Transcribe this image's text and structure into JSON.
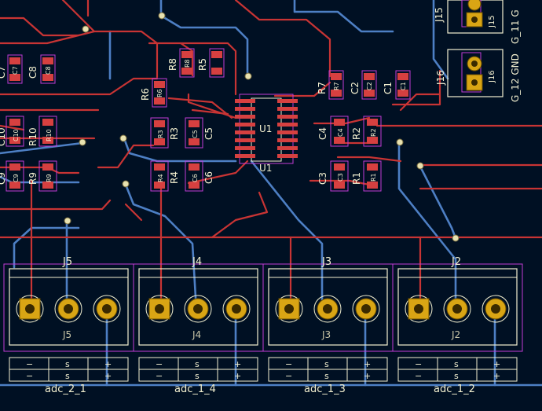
{
  "colors": {
    "background": "#001023",
    "copper_front": "#c83434",
    "copper_back": "#4d7fc4",
    "pad": "#d9a514",
    "pad_border": "#6a4e00",
    "silkscreen": "#f3f0d0",
    "courtyard": "#c23bd6",
    "smd_pad": "#d64040",
    "via": "#e8e2b0"
  },
  "ic": {
    "ref": "U1",
    "ref_top": "U1",
    "ref_bottom": "U1"
  },
  "resistors": {
    "R1": {
      "ref": "R1",
      "fab": "R1"
    },
    "R2": {
      "ref": "R2",
      "fab": "R2"
    },
    "R3": {
      "ref": "R3",
      "fab": "R3"
    },
    "R4": {
      "ref": "R4",
      "fab": "R4"
    },
    "R5": {
      "ref": "R5"
    },
    "R6": {
      "ref": "R6",
      "fab": "R6"
    },
    "R7": {
      "ref": "R7",
      "fab": "R7"
    },
    "R8": {
      "ref": "R8",
      "fab": "R8"
    },
    "R9": {
      "ref": "R9",
      "fab": "R9"
    },
    "R10": {
      "ref": "R10",
      "fab": "R10"
    }
  },
  "capacitors": {
    "C1": {
      "ref": "C1",
      "fab": "C1"
    },
    "C2": {
      "ref": "C2",
      "fab": "C2"
    },
    "C3": {
      "ref": "C3",
      "fab": "C3"
    },
    "C4": {
      "ref": "C4",
      "fab": "C4"
    },
    "C5": {
      "ref": "C5",
      "fab": "C5"
    },
    "C6": {
      "ref": "C6",
      "fab": "C6"
    },
    "C7": {
      "ref": "C7",
      "fab": "C7"
    },
    "C8": {
      "ref": "C8",
      "fab": "C8"
    },
    "C9": {
      "ref": "C9",
      "fab": "C9"
    },
    "C10": {
      "ref": "C10",
      "fab": "C10"
    }
  },
  "header_connectors": {
    "J15": {
      "ref": "J15",
      "fab": "J15",
      "net_label": "G_11 G"
    },
    "J16": {
      "ref": "J16",
      "fab": "J16",
      "net_label": "G_12 GND"
    }
  },
  "connectors": [
    {
      "ref": "J5",
      "fab": "J5",
      "pin_labels": [
        "−",
        "s",
        "+"
      ],
      "name": "adc_2_1"
    },
    {
      "ref": "J4",
      "fab": "J4",
      "pin_labels": [
        "−",
        "s",
        "+"
      ],
      "name": "adc_1_4"
    },
    {
      "ref": "J3",
      "fab": "J3",
      "pin_labels": [
        "−",
        "s",
        "+"
      ],
      "name": "adc_1_3"
    },
    {
      "ref": "J2",
      "fab": "J2",
      "pin_labels": [
        "−",
        "s",
        "+"
      ],
      "name": "adc_1_2"
    }
  ]
}
